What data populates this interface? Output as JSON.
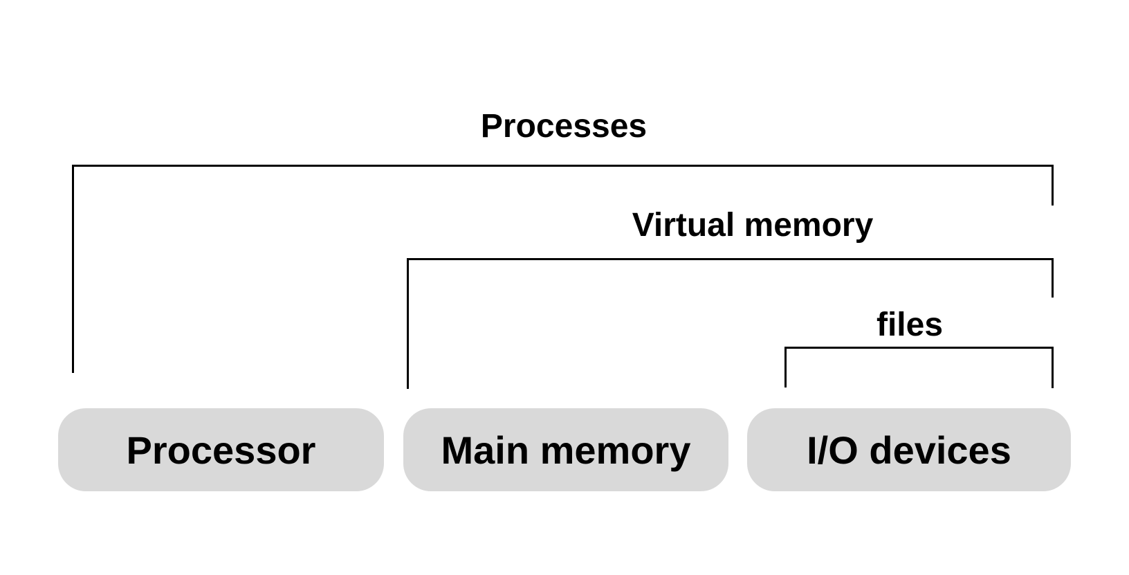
{
  "diagram": {
    "abstraction_labels": {
      "processes": "Processes",
      "virtual_memory": "Virtual memory",
      "files": "files"
    },
    "hardware_boxes": {
      "processor": "Processor",
      "main_memory": "Main memory",
      "io_devices": "I/O devices"
    },
    "colors": {
      "background": "#ffffff",
      "box_fill": "#d9d9d9",
      "line": "#000000",
      "text": "#000000"
    }
  }
}
